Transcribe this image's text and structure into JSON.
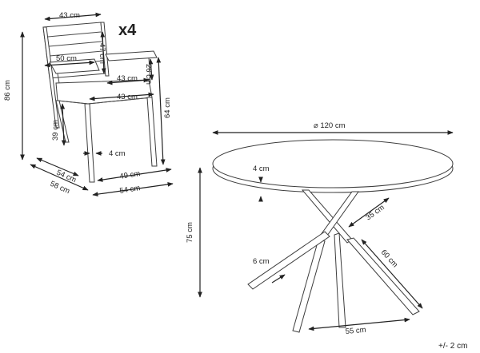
{
  "chair": {
    "quantity_label": "x4",
    "dims": {
      "back_width": "43 cm",
      "arm_depth": "50 cm",
      "back_height": "47 cm",
      "seat_inner_width": "43 cm",
      "arm_height": "26 cm",
      "seat_width": "43 cm",
      "total_height": "86 cm",
      "arm_floor_height": "64 cm",
      "seat_height": "39 cm",
      "leg_thickness": "4 cm",
      "seat_depth": "54 cm",
      "total_depth": "58 cm",
      "front_width": "49 cm",
      "base_width": "54 cm"
    }
  },
  "table": {
    "dims": {
      "diameter": "⌀ 120 cm",
      "top_thickness": "4 cm",
      "height": "75 cm",
      "leg_section": "6 cm",
      "leg_length_upper": "35 cm",
      "leg_length_lower": "60 cm",
      "foot_span": "55 cm"
    }
  },
  "tolerance": "+/- 2 cm"
}
